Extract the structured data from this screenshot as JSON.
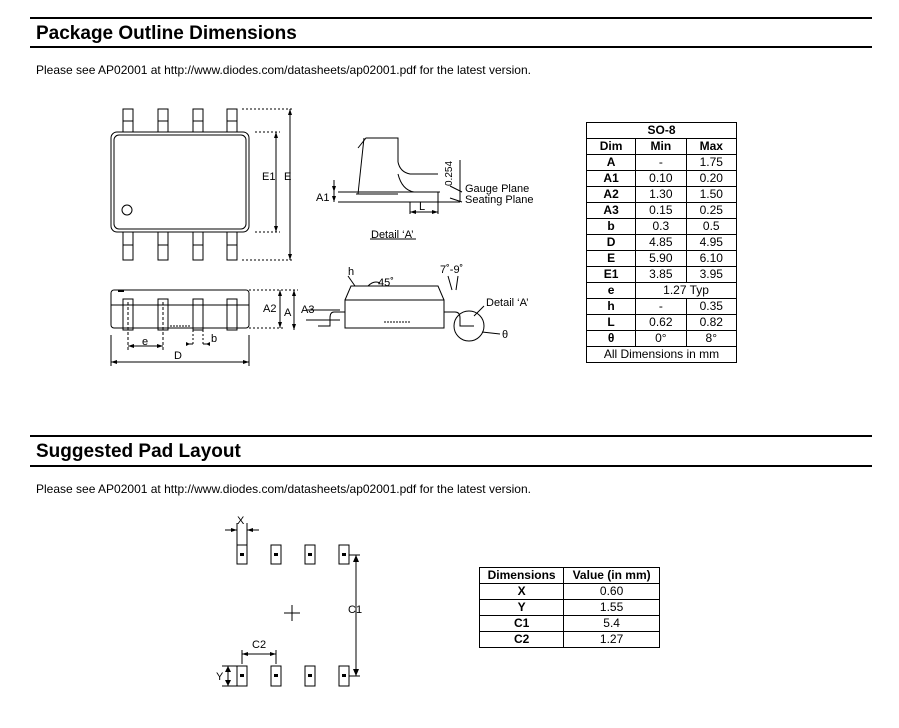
{
  "sections": [
    {
      "title": "Package Outline Dimensions",
      "note": "Please see AP02001 at http://www.diodes.com/datasheets/ap02001.pdf for the latest version."
    },
    {
      "title": "Suggested Pad Layout",
      "note": "Please see AP02001 at http://www.diodes.com/datasheets/ap02001.pdf for the latest version."
    }
  ],
  "outline_labels": {
    "e1": "E1",
    "e": "E",
    "a2": "A2",
    "a": "A",
    "a3": "A3",
    "e_pitch": "e",
    "b": "b",
    "d": "D",
    "a1": "A1",
    "l": "L",
    "dim_0254": "0.254",
    "gauge_plane": "Gauge Plane",
    "seating_plane": "Seating Plane",
    "detail_a": "Detail ‘A’",
    "h": "h",
    "angle_45": "45˚",
    "angle_7_9": "7˚-9˚",
    "detail_a_callout": "Detail ‘A’",
    "theta": "θ"
  },
  "so8_table": {
    "title": "SO-8",
    "headers": [
      "Dim",
      "Min",
      "Max"
    ],
    "rows": [
      [
        "A",
        "-",
        "1.75"
      ],
      [
        "A1",
        "0.10",
        "0.20"
      ],
      [
        "A2",
        "1.30",
        "1.50"
      ],
      [
        "A3",
        "0.15",
        "0.25"
      ],
      [
        "b",
        "0.3",
        "0.5"
      ],
      [
        "D",
        "4.85",
        "4.95"
      ],
      [
        "E",
        "5.90",
        "6.10"
      ],
      [
        "E1",
        "3.85",
        "3.95"
      ],
      [
        "h",
        "-",
        "0.35"
      ],
      [
        "L",
        "0.62",
        "0.82"
      ],
      [
        "θ",
        "0°",
        "8°"
      ]
    ],
    "e_row": {
      "dim": "e",
      "value": "1.27 Typ"
    },
    "footer": "All Dimensions in mm"
  },
  "pad_labels": {
    "x": "X",
    "y": "Y",
    "c1": "C1",
    "c2": "C2"
  },
  "pad_table": {
    "headers": [
      "Dimensions",
      "Value (in mm)"
    ],
    "rows": [
      [
        "X",
        "0.60"
      ],
      [
        "Y",
        "1.55"
      ],
      [
        "C1",
        "5.4"
      ],
      [
        "C2",
        "1.27"
      ]
    ]
  }
}
